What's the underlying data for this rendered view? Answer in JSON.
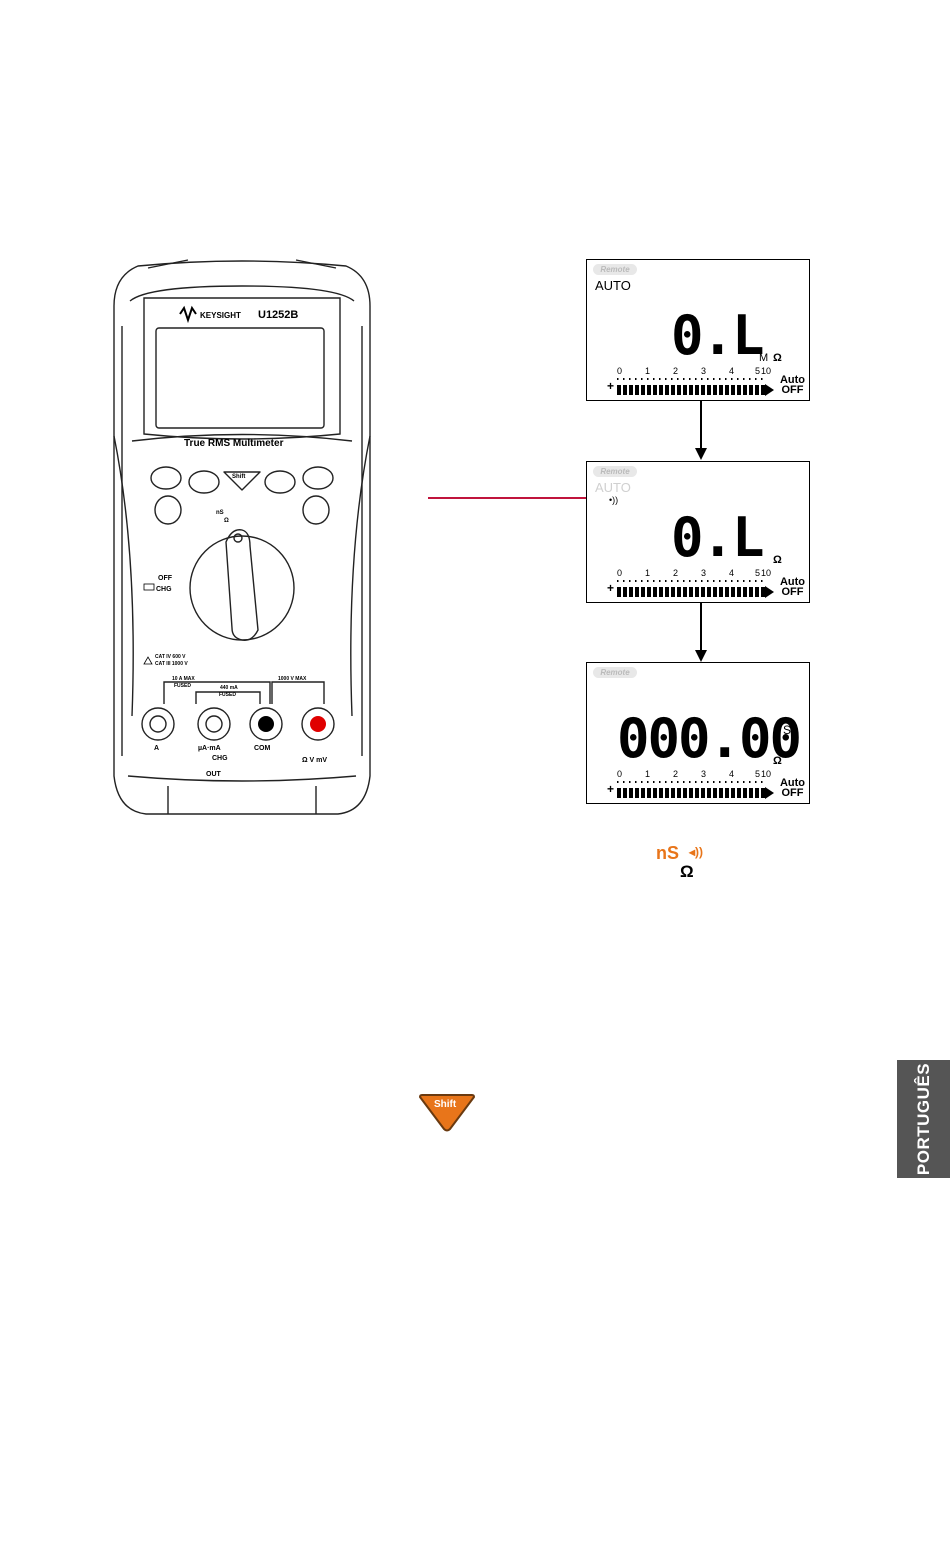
{
  "meter": {
    "brand": "KEYSIGHT",
    "model": "U1252B",
    "title": "True RMS Multimeter",
    "shift_key": "Shift",
    "dial_top_label": "nS",
    "dial_top_omega": "Ω",
    "dial_left_off": "OFF",
    "dial_left_chg": "CHG",
    "cat_iv": "CAT IV 600 V",
    "cat_iii": "CAT III 1000 V",
    "fuse_a": "10 A MAX",
    "fuse_a2": "FUSED",
    "fuse_ma": "440 mA",
    "fuse_ma2": "FUSED",
    "volt_max": "1000 V MAX",
    "term_a": "A",
    "term_ua": "µA·mA",
    "term_chg": "CHG",
    "term_out": "OUT",
    "term_com": "COM",
    "term_v": "Ω V mV"
  },
  "displays": [
    {
      "remote": "Remote",
      "auto": "AUTO",
      "auto_dim": false,
      "reading": "0.L",
      "prefix": "M",
      "unit": "Ω",
      "scale": [
        "0",
        "1",
        "2",
        "3",
        "4",
        "5",
        "10"
      ],
      "auto_off": [
        "Auto",
        "OFF"
      ]
    },
    {
      "remote": "Remote",
      "auto": "AUTO",
      "auto_dim": true,
      "reading": "0.L",
      "prefix": "",
      "unit": "Ω",
      "scale": [
        "0",
        "1",
        "2",
        "3",
        "4",
        "5",
        "10"
      ],
      "auto_off": [
        "Auto",
        "OFF"
      ]
    },
    {
      "remote": "Remote",
      "auto": "",
      "auto_dim": false,
      "reading": "000.00",
      "prefix": "n S",
      "unit": "Ω",
      "scale": [
        "0",
        "1",
        "2",
        "3",
        "4",
        "5",
        "10"
      ],
      "auto_off": [
        "Auto",
        "OFF"
      ]
    }
  ],
  "function_symbol": {
    "top": "nS",
    "bottom": "Ω",
    "color": "#e8751a"
  },
  "shift_button": {
    "label": "Shift",
    "color": "#e8751a"
  },
  "side_tab": {
    "label": "PORTUGUÊS",
    "color": "#555555"
  },
  "pointer_line_color": "#c0143c"
}
